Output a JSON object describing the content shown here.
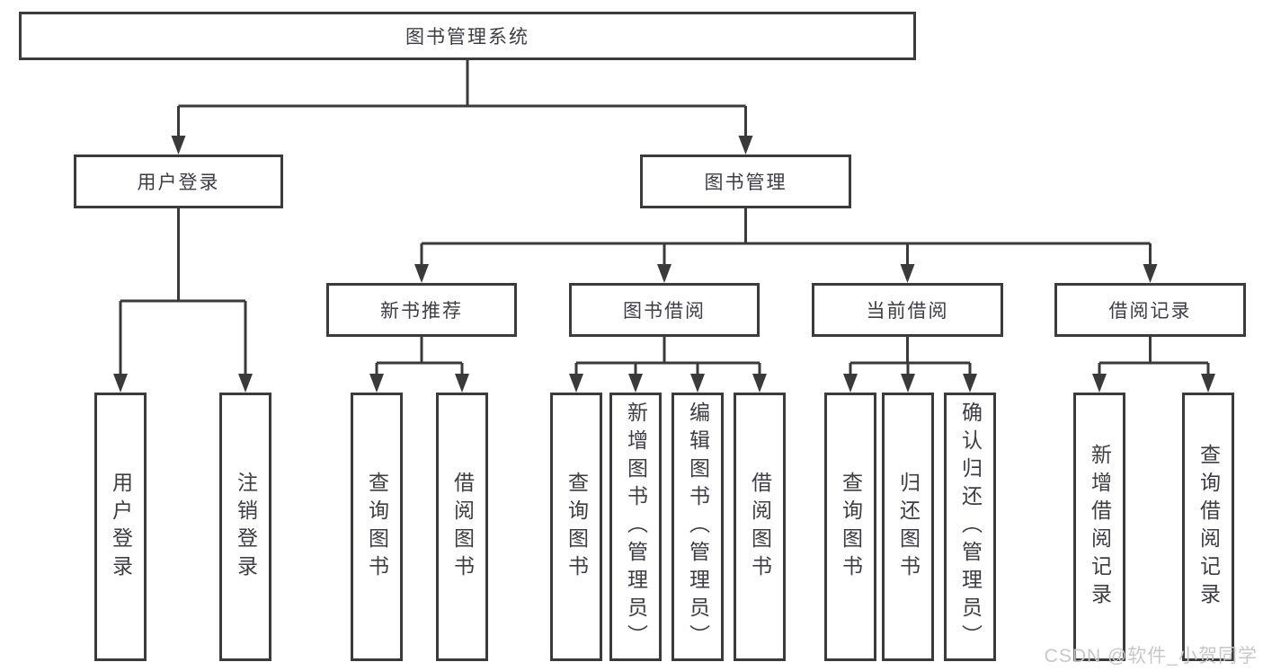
{
  "diagram": {
    "root": {
      "label": "图书管理系统"
    },
    "level2": [
      {
        "label": "用户登录"
      },
      {
        "label": "图书管理"
      }
    ],
    "level3": [
      {
        "label": "新书推荐"
      },
      {
        "label": "图书借阅"
      },
      {
        "label": "当前借阅"
      },
      {
        "label": "借阅记录"
      }
    ],
    "leaves": {
      "user_login": [
        "用户登录",
        "注销登录"
      ],
      "new_book": [
        "查询图书",
        "借阅图书"
      ],
      "book_borrow": [
        "查询图书",
        "新增图书（管理员）",
        "编辑图书（管理员）",
        "借阅图书"
      ],
      "current_borrow": [
        "查询图书",
        "归还图书",
        "确认归还（管理员）"
      ],
      "borrow_record": [
        "新增借阅记录",
        "查询借阅记录"
      ]
    },
    "colors": {
      "line": "#3a3a3a",
      "text": "#3d3d44",
      "background": "#ffffff",
      "watermark": "#c9c6c6"
    }
  },
  "watermark": {
    "text": "CSDN @软件_小贺同学"
  }
}
